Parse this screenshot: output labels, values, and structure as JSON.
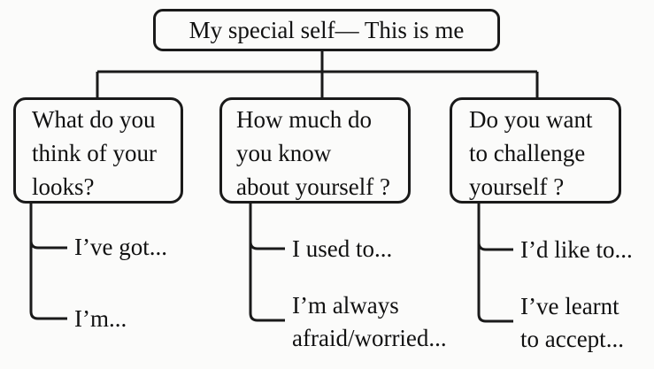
{
  "root_label": "My special self— This is me",
  "branches": [
    {
      "question": "What do you\nthink of your\nlooks?",
      "leaves": [
        "I’ve got...",
        "I’m..."
      ]
    },
    {
      "question": "How much do\nyou know\nabout yourself ?",
      "leaves": [
        "I used to...",
        "I’m always\nafraid/worried..."
      ]
    },
    {
      "question": "Do you want\nto challenge\nyourself ?",
      "leaves": [
        "I’d like to...",
        "I’ve learnt\nto accept..."
      ]
    }
  ],
  "colors": {
    "ink": "#1a1a1a",
    "background": "#fbfbfa"
  }
}
